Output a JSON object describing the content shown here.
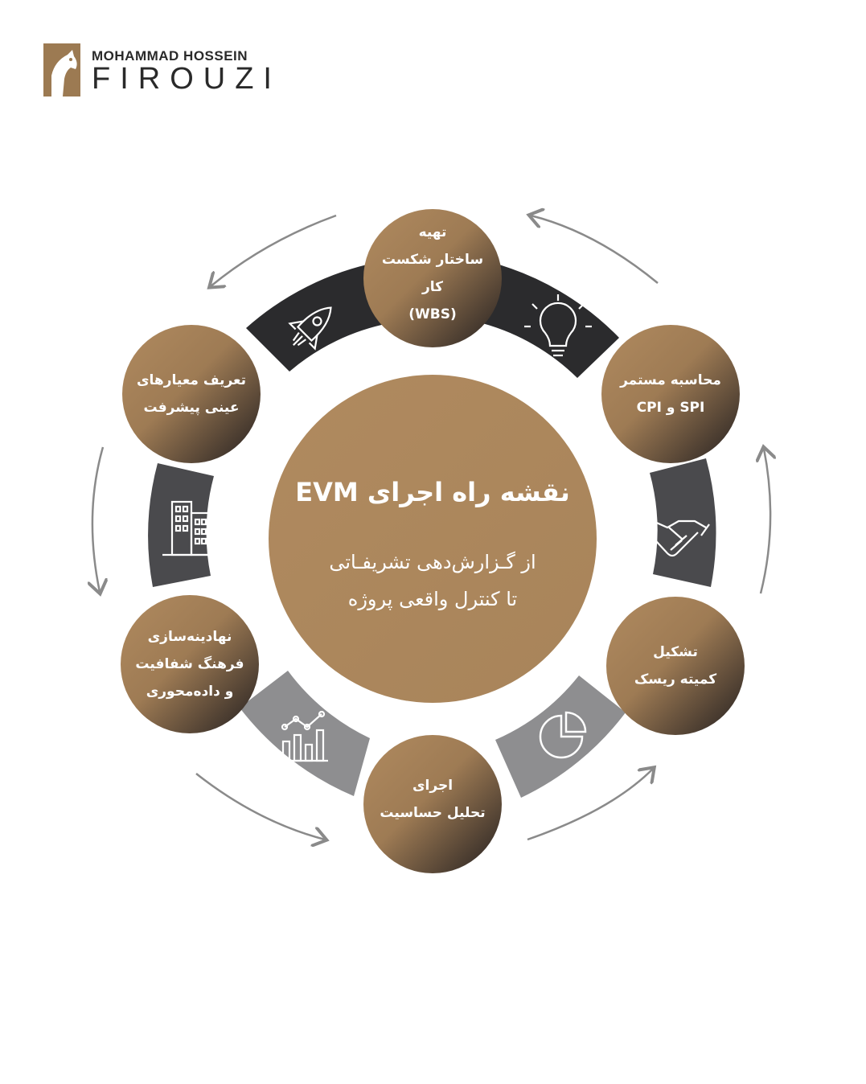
{
  "brand": {
    "name_line1": "MOHAMMAD HOSSEIN",
    "name_line2": "FIROUZI"
  },
  "center": {
    "title": "نقشه راه اجرای EVM",
    "subtitle_line1": "از گـزارش‌دهی تشریفـاتی",
    "subtitle_line2": "تا کنترل واقعی پروژه"
  },
  "steps": [
    {
      "lines": [
        "تهیه",
        "ساختار شکست کار",
        "(WBS)"
      ]
    },
    {
      "lines": [
        "محاسبه مستمر",
        "SPI و CPI"
      ]
    },
    {
      "lines": [
        "تشکیل",
        "کمیته ریسک"
      ]
    },
    {
      "lines": [
        "اجرای",
        "تحلیل حساسیت"
      ]
    },
    {
      "lines": [
        "نهادینه‌سازی",
        "فرهنگ شفافیت",
        "و داده‌محوری"
      ]
    },
    {
      "lines": [
        "تعریف معیارهای",
        "عینی پیشرفت"
      ]
    }
  ],
  "connector_icons": [
    "lightbulb-icon",
    "handshake-icon",
    "pie-chart-icon",
    "growth-chart-icon",
    "buildings-icon",
    "rocket-icon"
  ],
  "colors": {
    "bronze": "#b08a5f",
    "dark": "#231f20",
    "segment_dark": "#2b2b2d",
    "segment_mid": "#4a4a4d",
    "segment_gray": "#6e6e70",
    "segment_light": "#8e8e90",
    "arrow": "#8a8a8a"
  }
}
